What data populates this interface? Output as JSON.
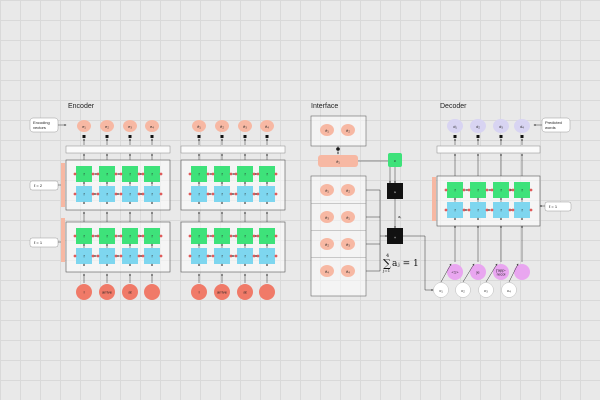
{
  "sections": {
    "encoder": "Encoder",
    "interface": "Interface",
    "decoder": "Decoder"
  },
  "labels": {
    "encoding_vectors": [
      "Encoding",
      "vectors"
    ],
    "predicted_words": [
      "Predicted",
      "words"
    ],
    "layer_2": "ℓ = 2",
    "layer_1": "ℓ = 1",
    "decoder_layer": "ℓ = 1",
    "a_t": "aₜ",
    "sum_upper": "4",
    "sum_lower": "j=1",
    "sum_expr": "aⱼ = 1",
    "lstm_cell": "f",
    "operator_mul": "×",
    "operator_add": "+"
  },
  "encoder_blocks": [
    {
      "outputs": [
        "e₁",
        "e₂",
        "e₃",
        "e₄"
      ],
      "inputs": [
        "I",
        "arrive",
        "at",
        ""
      ]
    },
    {
      "outputs": [
        "ē₁",
        "ē₂",
        "ē₃",
        "ē₄"
      ],
      "inputs": [
        "I",
        "arrive",
        "at",
        ""
      ]
    }
  ],
  "interface": {
    "top_pair": [
      "ē₁",
      "ē₂"
    ],
    "hidden": "ē₁",
    "rows": [
      [
        "ē₁",
        "ē₂"
      ],
      [
        "ē₃",
        "ē₁"
      ],
      [
        "ē₂",
        "ē₃"
      ],
      [
        "ē₄",
        "ē₄"
      ]
    ],
    "green_node": "c"
  },
  "decoder": {
    "outputs": [
      "d₁",
      "d₂",
      "d₃",
      "d₄"
    ],
    "inputs": [
      "<1>",
      "je",
      "j'app-\nrecoi",
      ""
    ],
    "contexts": [
      "c₁",
      "c₂",
      "c₃",
      "c₄"
    ]
  },
  "colors": {
    "salmon": "#f7b8a3",
    "coral": "#f07a68",
    "green": "#3ee27a",
    "cyan": "#7ed6ef",
    "lavender": "#d8d4f2",
    "magenta": "#e9a6f0",
    "black": "#111111"
  }
}
